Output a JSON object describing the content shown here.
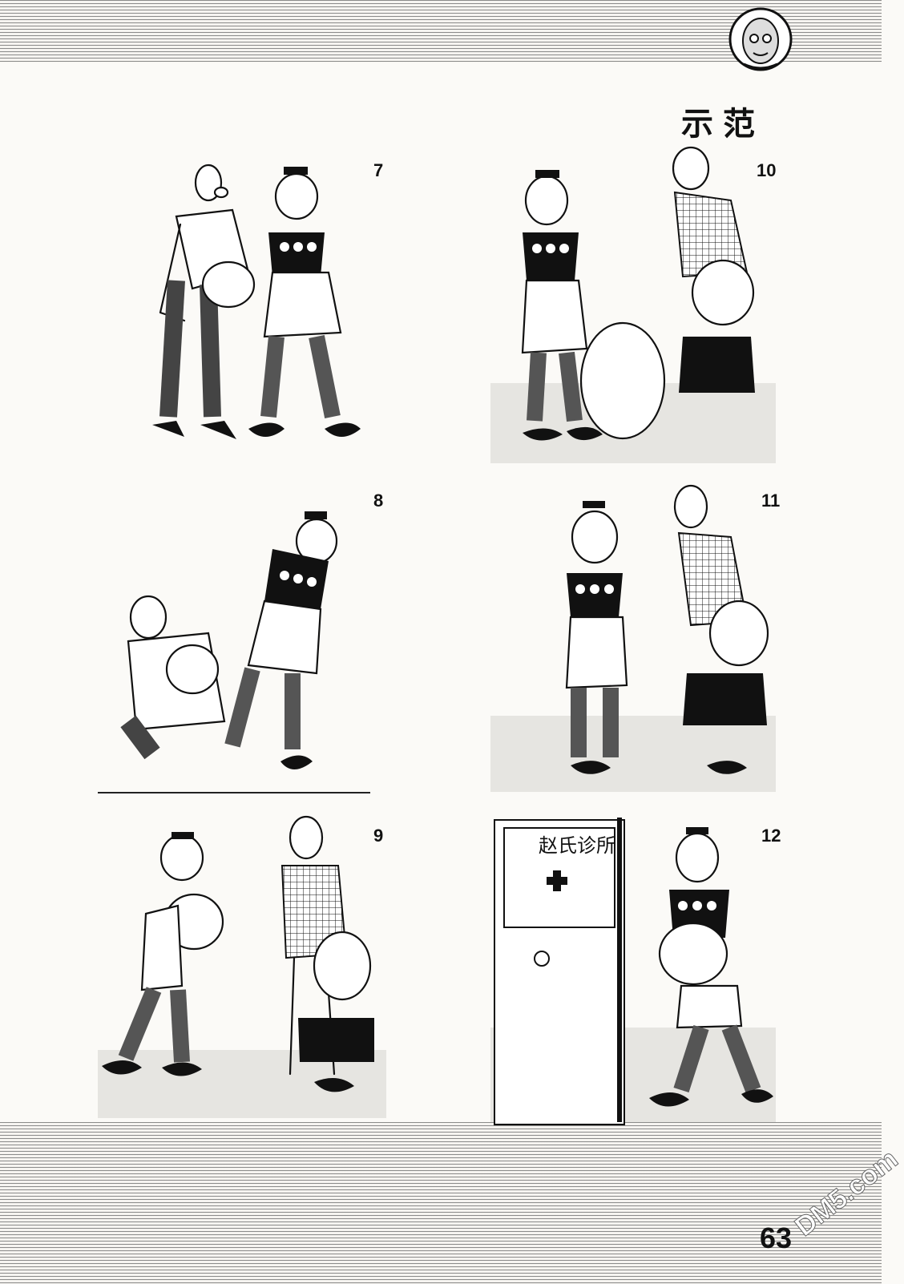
{
  "page": {
    "title": "示范",
    "page_number": "63",
    "watermark": "DM5.com"
  },
  "panels": [
    {
      "id": 7,
      "number": "7"
    },
    {
      "id": 8,
      "number": "8"
    },
    {
      "id": 9,
      "number": "9"
    },
    {
      "id": 10,
      "number": "10"
    },
    {
      "id": 11,
      "number": "11"
    },
    {
      "id": 12,
      "number": "12",
      "sign_text": "赵氏诊所"
    }
  ]
}
